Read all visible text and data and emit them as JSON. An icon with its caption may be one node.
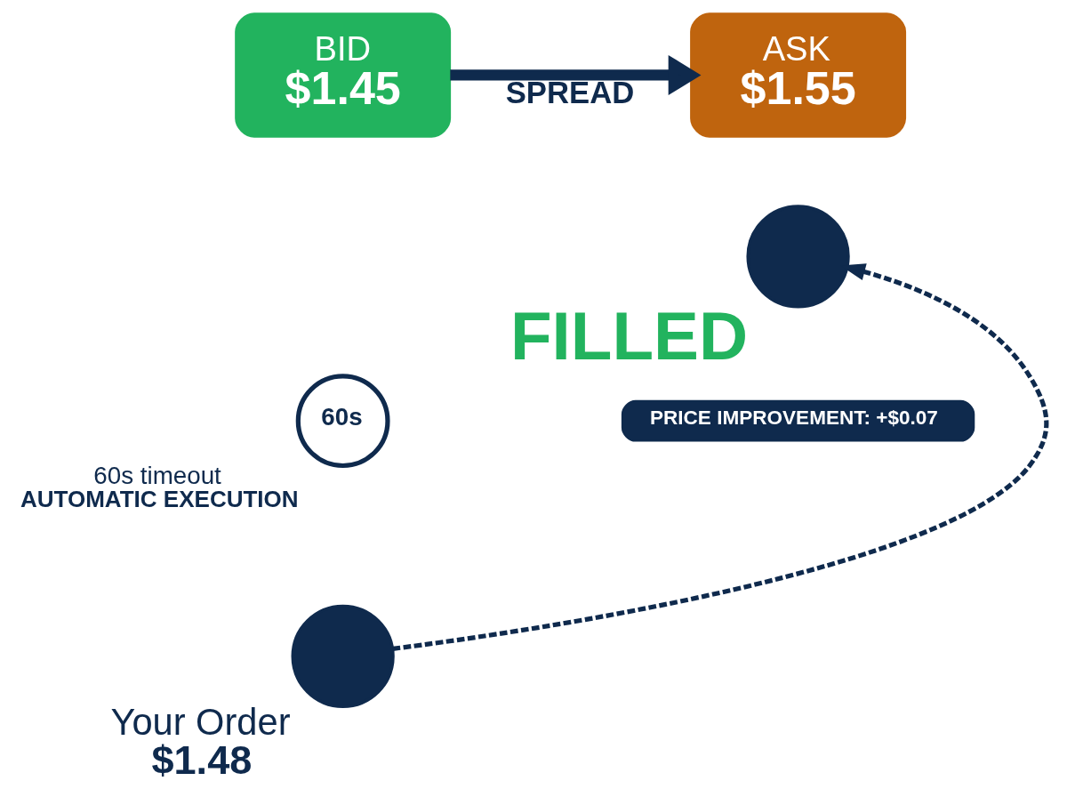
{
  "diagram": {
    "nodes": [
      {
        "text": [
          "BID",
          "$1.45"
        ]
      },
      {
        "text": [
          "ASK",
          "$1.55"
        ]
      },
      {
        "text": [],
        "shape": "circle",
        "beside": [
          "FILLED"
        ]
      },
      {
        "text": [
          "PRICE IMPROVEMENT: +$0.07"
        ]
      },
      {
        "text": [
          "60s"
        ],
        "beside": [
          "60s timeout",
          "AUTOMATIC EXECUTION"
        ]
      },
      {
        "text": [],
        "shape": "circle",
        "beside": [
          "Your Order",
          "$1.48"
        ]
      }
    ],
    "edges": [
      {
        "from": 0,
        "to": 1,
        "arrow": "to",
        "label": "SPREAD",
        "style": "thick"
      },
      {
        "from": 5,
        "to": 2,
        "arrow": "to",
        "style": "dashed"
      }
    ]
  }
}
